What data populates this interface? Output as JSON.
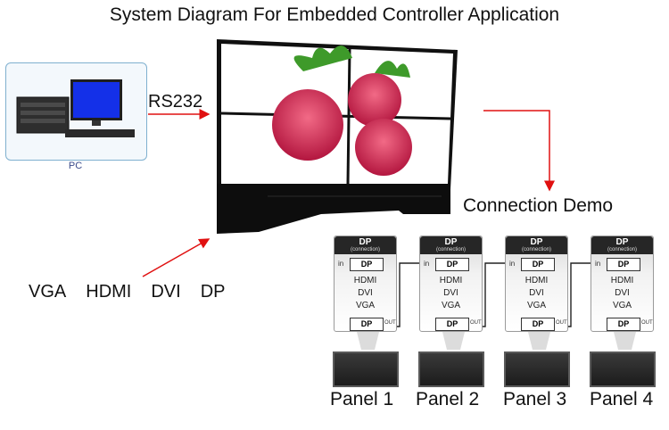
{
  "title": "System Diagram For Embedded Controller Application",
  "pc": {
    "label": "PC"
  },
  "link_rs232": "RS232",
  "inputs": [
    "VGA",
    "HDMI",
    "DVI",
    "DP"
  ],
  "connection_label": "Connection Demo",
  "converter": {
    "header": "DP",
    "header_sub": "(connection)",
    "in_tag": "in",
    "out_tag": "OUT",
    "in_port": "DP",
    "out_port": "DP",
    "signals": [
      "HDMI",
      "DVI",
      "VGA"
    ]
  },
  "panels": [
    "Panel 1",
    "Panel 2",
    "Panel 3",
    "Panel 4"
  ],
  "colors": {
    "arrow": "#e01010",
    "pc_border": "#7fb0cf"
  }
}
